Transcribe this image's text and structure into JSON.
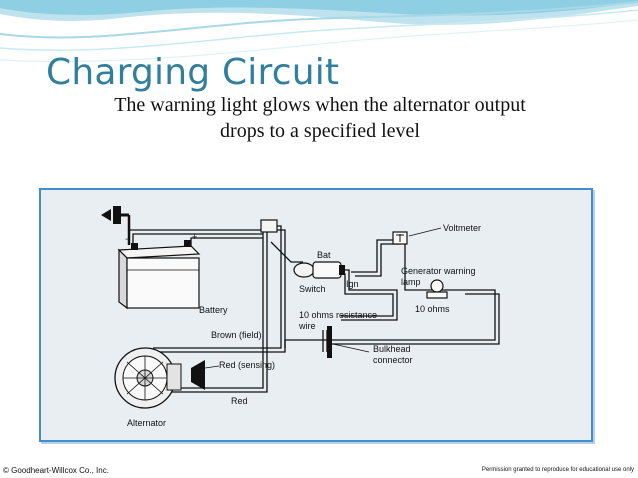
{
  "slide": {
    "title": "Charging Circuit",
    "subtitle_line1": "The warning light glows when the alternator output",
    "subtitle_line2": "drops to a specified level"
  },
  "diagram": {
    "labels": {
      "voltmeter": "Voltmeter",
      "bat": "Bat",
      "switch": "Switch",
      "ign": "Ign",
      "generator_warning": "Generator warning",
      "lamp": "lamp",
      "battery": "Battery",
      "resistance": "10 ohms resistance",
      "wire": "wire",
      "ten_ohms": "10 ohms",
      "brown_field": "Brown (field)",
      "red_sensing": "Red (sensing)",
      "bulkhead": "Bulkhead",
      "connector": "connector",
      "red": "Red",
      "alternator": "Alternator",
      "minus": "−",
      "plus": "+"
    }
  },
  "footer": {
    "copyright": "© Goodheart-Willcox Co., Inc.",
    "permission": "Permission granted to reproduce for educational use only"
  },
  "colors": {
    "title": "#2f7f9d",
    "frame_border": "#3f8fd0",
    "frame_bg": "#e9eef3"
  }
}
